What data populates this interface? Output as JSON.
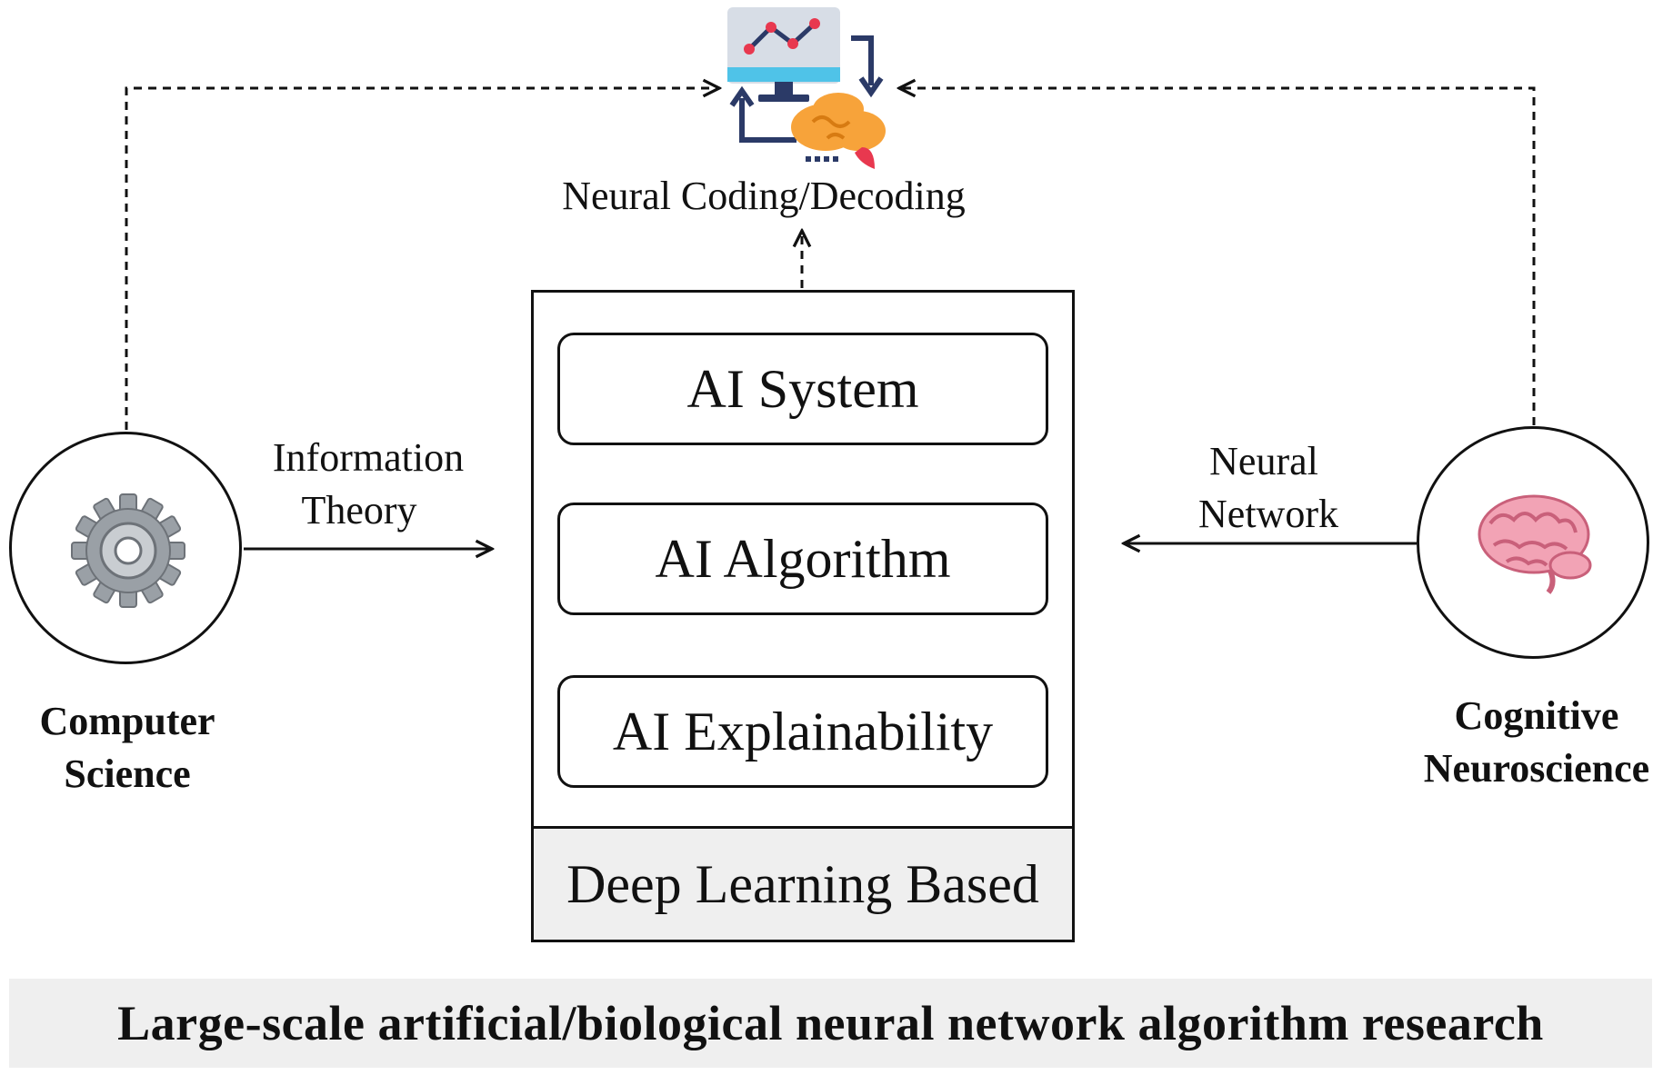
{
  "top_label": "Neural Coding/Decoding",
  "center_stack": {
    "items": [
      "AI System",
      "AI Algorithm",
      "AI Explainability"
    ],
    "base_label": "Deep Learning Based"
  },
  "left_node": {
    "title_line1": "Computer",
    "title_line2": "Science",
    "icon": "gear-icon",
    "edge_label_line1": "Information",
    "edge_label_line2": "Theory"
  },
  "right_node": {
    "title_line1": "Cognitive",
    "title_line2": "Neuroscience",
    "icon": "brain-icon",
    "edge_label_line1": "Neural",
    "edge_label_line2": "Network"
  },
  "footer": "Large-scale artificial/biological neural network algorithm research",
  "colors": {
    "monitor_screen": "#d7dde6",
    "monitor_bar": "#4fc3e8",
    "monitor_stand": "#2b3a67",
    "chart_line": "#2b3a67",
    "chart_points": "#e8384f",
    "brain_orange": "#f7a33a",
    "brain_pink": "#f2a3b5",
    "gear_gray": "#9aa0a6"
  }
}
